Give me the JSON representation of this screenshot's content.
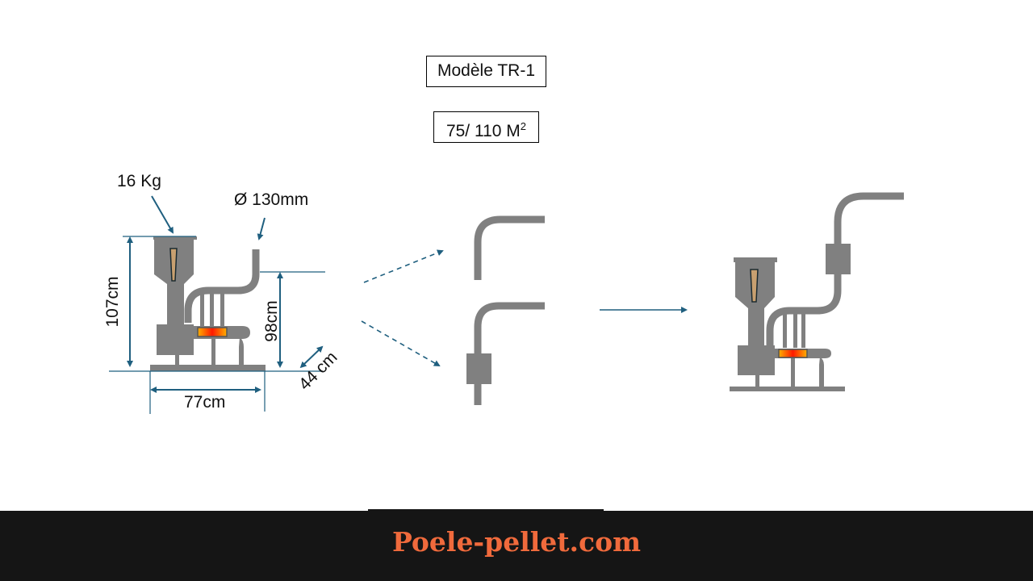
{
  "title": "Modèle TR-1",
  "area": {
    "value": "75/ 110 M",
    "sup": "2"
  },
  "dimensions": {
    "capacity": "16 Kg",
    "flue_diameter": "Ø 130mm",
    "height_total": "107cm",
    "height_flue": "98cm",
    "width": "77cm",
    "depth": "44 cm"
  },
  "footer": {
    "site": "Poele-pellet.com"
  },
  "colors": {
    "stove": "#808080",
    "dimension": "#1f5f7f",
    "brand": "#f06a3c"
  }
}
